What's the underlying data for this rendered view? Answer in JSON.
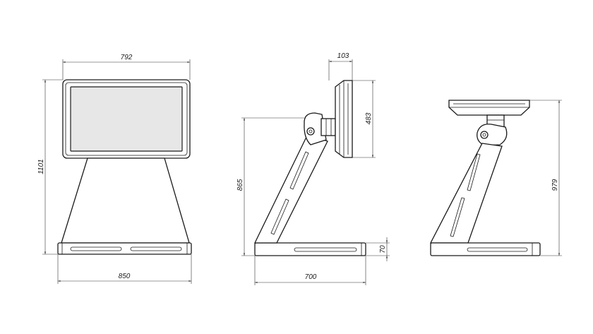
{
  "dimensions": {
    "front_width_top": "792",
    "front_height": "1101",
    "front_base_width": "850",
    "side_depth": "103",
    "side_screen_height": "483",
    "side_pivot_height": "865",
    "side_base_thickness": "70",
    "side_base_depth": "700",
    "rear_height": "979"
  },
  "colors": {
    "line": "#1a1a1a",
    "screen_fill": "#e7e7e7"
  }
}
